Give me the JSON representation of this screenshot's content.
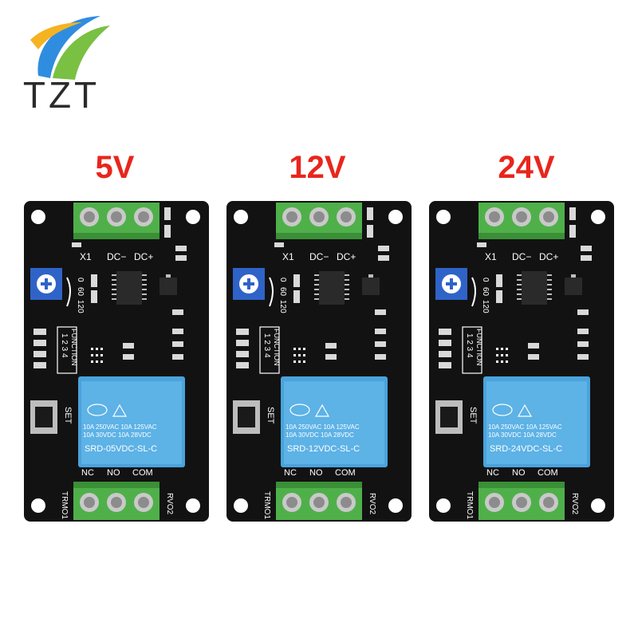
{
  "brand": {
    "name": "TZT"
  },
  "boards": [
    {
      "voltage": "5V",
      "labels": {
        "x1": "X1",
        "dc_minus": "DC−",
        "dc_plus": "DC+",
        "nc": "NC",
        "no": "NO",
        "com": "COM",
        "trmo1": "TRMO1",
        "rvo2": "RVO2",
        "set": "SET",
        "function": "FUNCTION",
        "func_numbers": "1 2 3 4",
        "dial_0": "0",
        "dial_60": "60",
        "dial_120": "120"
      },
      "relay": {
        "line1": "10A 250VAC  10A 125VAC",
        "line2": "10A  30VDC  10A  28VDC",
        "model": "SRD-05VDC-SL-C"
      }
    },
    {
      "voltage": "12V",
      "labels": {
        "x1": "X1",
        "dc_minus": "DC−",
        "dc_plus": "DC+",
        "nc": "NC",
        "no": "NO",
        "com": "COM",
        "trmo1": "TRMO1",
        "rvo2": "RVO2",
        "set": "SET",
        "function": "FUNCTION",
        "func_numbers": "1 2 3 4",
        "dial_0": "0",
        "dial_60": "60",
        "dial_120": "120"
      },
      "relay": {
        "line1": "10A 250VAC  10A 125VAC",
        "line2": "10A  30VDC  10A  28VDC",
        "model": "SRD-12VDC-SL-C"
      }
    },
    {
      "voltage": "24V",
      "labels": {
        "x1": "X1",
        "dc_minus": "DC−",
        "dc_plus": "DC+",
        "nc": "NC",
        "no": "NO",
        "com": "COM",
        "trmo1": "TRMO1",
        "rvo2": "RVO2",
        "set": "SET",
        "function": "FUNCTION",
        "func_numbers": "1 2 3 4",
        "dial_0": "0",
        "dial_60": "60",
        "dial_120": "120"
      },
      "relay": {
        "line1": "10A 250VAC  10A 125VAC",
        "line2": "10A  30VDC  10A  28VDC",
        "model": "SRD-24VDC-SL-C"
      }
    }
  ],
  "colors": {
    "voltage_text": "#e8261c",
    "board": "#111111",
    "terminal": "#4fb04a",
    "relay": "#4aa3dc",
    "potentiometer": "#2f63c8"
  }
}
